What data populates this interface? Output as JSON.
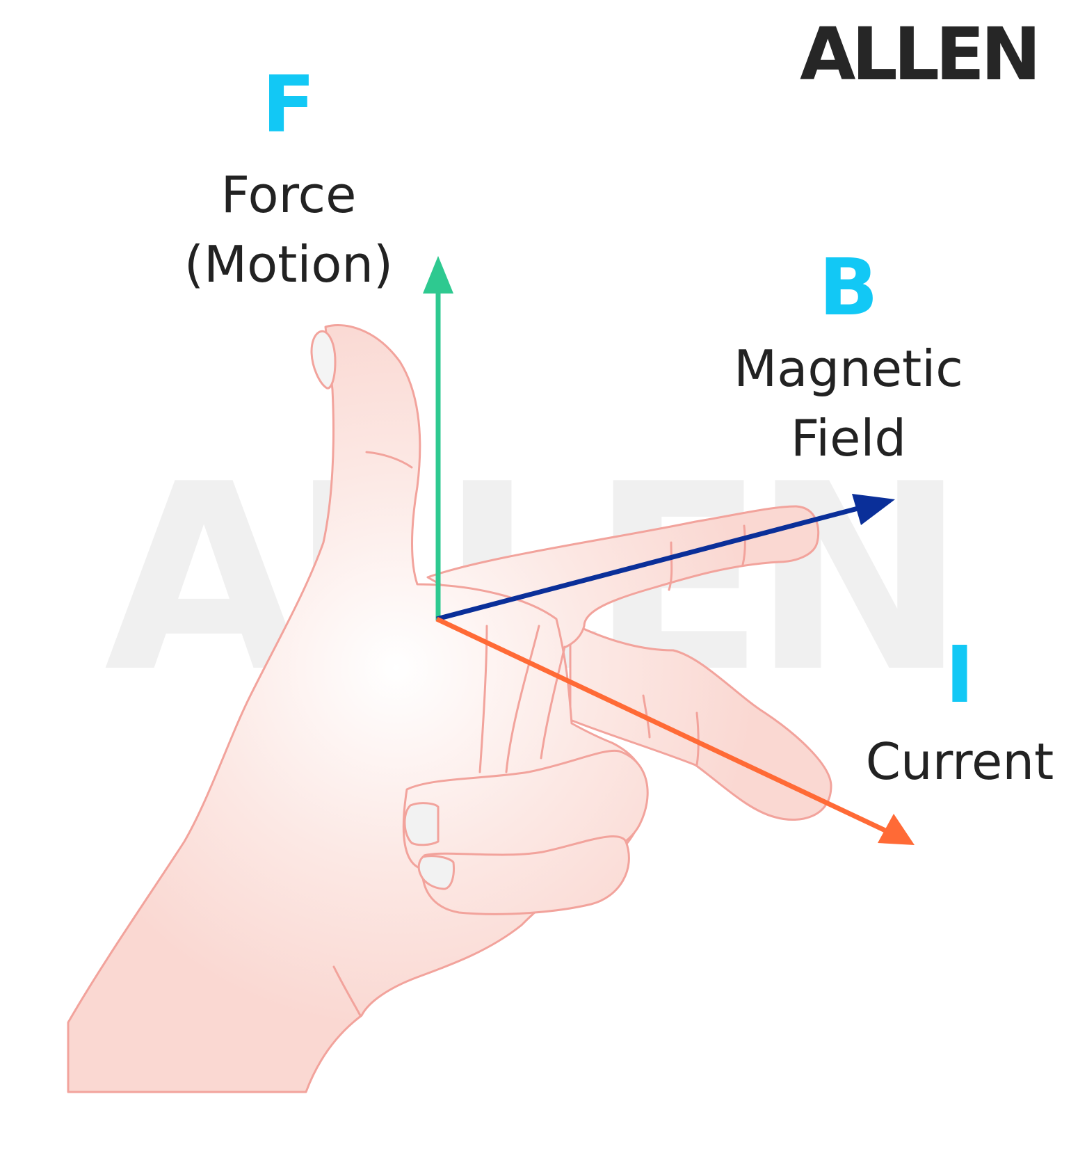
{
  "brand": {
    "logo_text": "ALLEN",
    "watermark_text": "ALLEN"
  },
  "colors": {
    "accent_symbol": "#12c8f5",
    "force_arrow": "#2ec990",
    "field_arrow": "#0a2f99",
    "current_arrow": "#ff6a36",
    "skin_fill": "#fad8d2",
    "skin_outline": "#f2a39c",
    "text": "#222222"
  },
  "labels": {
    "force": {
      "symbol": "F",
      "line1": "Force",
      "line2": "(Motion)"
    },
    "field": {
      "symbol": "B",
      "line1": "Magnetic",
      "line2": "Field"
    },
    "current": {
      "symbol": "I",
      "line1": "Current"
    }
  }
}
